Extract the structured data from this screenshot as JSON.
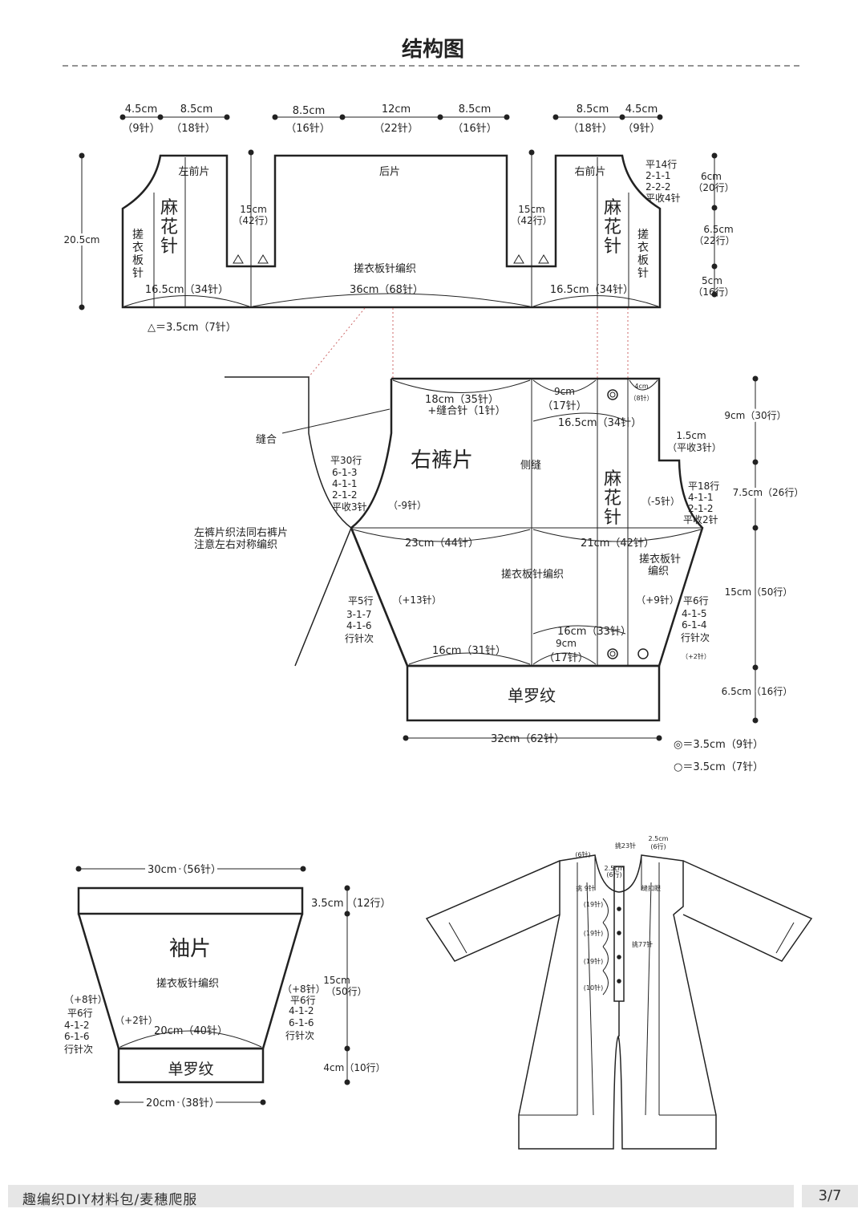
{
  "title": "结构图",
  "top": {
    "dims_left": [
      "4.5cm",
      "8.5cm"
    ],
    "dims_left_st": [
      "（9针）",
      "（18针）"
    ],
    "dims_mid": [
      "8.5cm",
      "12cm",
      "8.5cm"
    ],
    "dims_mid_st": [
      "（16针）",
      "（22针）",
      "（16针）"
    ],
    "dims_right": [
      "8.5cm",
      "4.5cm"
    ],
    "dims_right_st": [
      "（18针）",
      "（9针）"
    ],
    "left_front": "左前片",
    "back": "后片",
    "right_front": "右前片",
    "cable": [
      "麻",
      "花",
      "针"
    ],
    "garter": [
      "搓",
      "衣",
      "板",
      "针"
    ],
    "armhole_h": "15cm",
    "armhole_rows": "（42行）",
    "height": "20.5cm",
    "neck_rows": [
      "平14行",
      "2-1-1",
      "2-2-2",
      "平收4针"
    ],
    "seg_a": "6cm",
    "seg_a_rows": "（20行）",
    "seg_b": "6.5cm",
    "seg_b_rows": "（22行）",
    "seg_c": "5cm",
    "seg_c_rows": "（16行）",
    "body_label": "搓衣板针编织",
    "w_left": "16.5cm（34针）",
    "w_mid": "36cm（68针）",
    "w_right": "16.5cm（34针）",
    "tri_note": "△＝3.5cm（7针）"
  },
  "pants": {
    "title": "右裤片",
    "seam": "缝合",
    "top_w1": "18cm（35针）",
    "top_w1b": "+缝合针（1针）",
    "top_w2": "9cm",
    "top_w2b": "（17针）",
    "top_w3": "4cm",
    "top_w3b": "（8针）",
    "mid_w": "16.5cm（34针）",
    "side": "侧缝",
    "dec1": "1.5cm",
    "dec1b": "（平收3针）",
    "left_rows": [
      "平30行",
      "6-1-3",
      "4-1-1",
      "2-1-2",
      "平收3针"
    ],
    "dec_l": "（-9针）",
    "dec_r": "（-5针）",
    "right_rows": [
      "平18行",
      "4-1-1",
      "2-1-2",
      "平收2针"
    ],
    "cable": [
      "麻",
      "花",
      "针"
    ],
    "note": [
      "左裤片织法同右裤片",
      "注意左右对称编织"
    ],
    "w23": "23cm（44针）",
    "w21": "21cm（42针）",
    "garter_lbl": [
      "搓衣板针",
      "编织"
    ],
    "body_label": "搓衣板针编织",
    "inc_l": "（+13针）",
    "inc_l_rows": [
      "平5行",
      "3-1-7",
      "4-1-6",
      "行针次"
    ],
    "inc_r": "（+9针）",
    "inc_r_rows": [
      "平6行",
      "4-1-5",
      "6-1-4",
      "行针次"
    ],
    "w16": "16cm（33针）",
    "w9": "9cm",
    "w9b": "（17针）",
    "bottom_l": "16cm（31针）",
    "plus2": "（+2针）",
    "rib": "单罗纹",
    "bottom_w": "32cm（62针）",
    "r1": "9cm（30行）",
    "r2": "7.5cm（26行）",
    "r3": "15cm（50行）",
    "r4": "6.5cm（16行）",
    "legend1": "◎＝3.5cm（9针）",
    "legend2": "○＝3.5cm（7针）"
  },
  "sleeve": {
    "top_w": "30cm（56针）",
    "band_h": "3.5cm",
    "band_rows": "（12行）",
    "title": "袖片",
    "body_label": "搓衣板针编织",
    "left_rows": [
      "（+8针）",
      "平6行",
      "4-1-2",
      "6-1-6",
      "行针次"
    ],
    "right_rows": [
      "（+8针）",
      "平6行",
      "4-1-2",
      "6-1-6",
      "行针次"
    ],
    "body_h": "15cm",
    "body_rows": "（50行）",
    "plus2": "（+2针）",
    "w20": "20cm（40针）",
    "rib": "单罗纹",
    "rib_h": "4cm（10行）",
    "bottom_w": "20cm（38针）"
  },
  "garment": {
    "labels": [
      "(6针)",
      "挑23针",
      "2.5cm",
      "(6行)",
      "2.5cm",
      "(6行)",
      "挑 9针",
      "缝扣眼",
      "(19针)",
      "(19针)",
      "挑77针",
      "(19针)",
      "(10针)"
    ]
  },
  "footer": {
    "text": "趣编织DIY材料包/麦穗爬服",
    "page": "3/7"
  }
}
